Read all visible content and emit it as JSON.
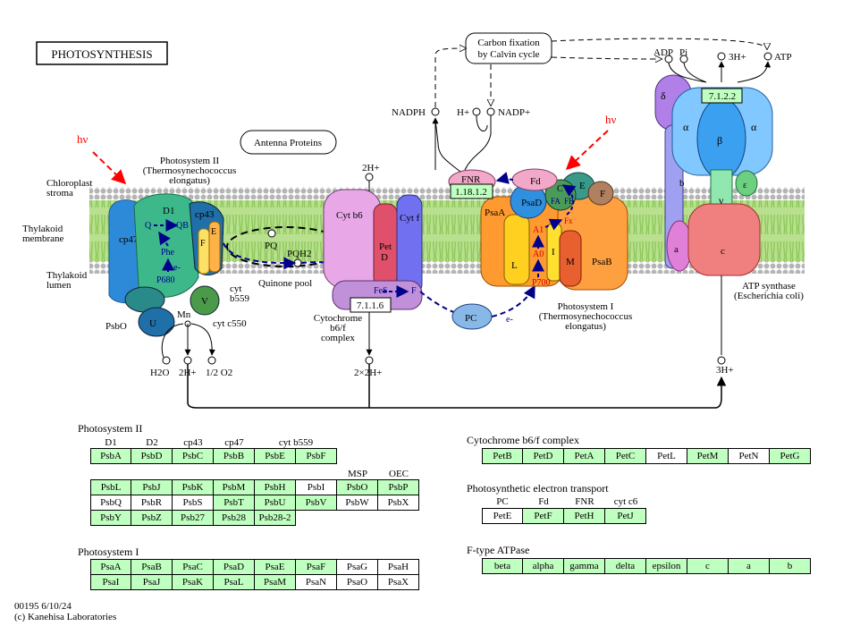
{
  "title": "PHOTOSYNTHESIS",
  "membrane_labels": {
    "stroma": "Chloroplast stroma",
    "membrane": "Thylakoid membrane",
    "lumen": "Thylakoid lumen"
  },
  "photosystem2": {
    "title_lines": [
      "Photosystem II",
      "(Thermosynechococcus",
      "elongatus)"
    ],
    "subunits": [
      "D1",
      "cp43",
      "cp47",
      "Q",
      "QB",
      "Phe",
      "e-",
      "P680",
      "F",
      "E",
      "V",
      "U",
      "PsbO",
      "Mn",
      "cyt",
      "b559",
      "cyt c550"
    ]
  },
  "antenna_proteins": "Antenna Proteins",
  "quinone": {
    "pq": "PQ",
    "pqh2": "PQH2",
    "pool": "Quinone pool"
  },
  "cytochrome": {
    "title_lines": [
      "Cytochrome",
      "b6/f",
      "complex"
    ],
    "parts": [
      "Cyt b6",
      "Pet",
      "D",
      "Cyt f",
      "FeS",
      "F"
    ],
    "ec": "7.1.1.6",
    "top_proton": "2H+",
    "bottom_proton": "2×2H+"
  },
  "pc": "PC",
  "pc_electron": "e-",
  "photosystem1": {
    "title_lines": [
      "Photosystem I",
      "(Thermosynechococcus",
      "elongatus)"
    ],
    "parts": [
      "PsaA",
      "PsaB",
      "PsaD",
      "L",
      "I",
      "M",
      "C",
      "E",
      "F",
      "Fd",
      "FA",
      "FB",
      "A1",
      "A0",
      "P700",
      "Fx"
    ],
    "fnr": "FNR",
    "ec": "1.18.1.2"
  },
  "calvin": "Carbon fixation by Calvin cycle",
  "calvin_lines": [
    "Carbon fixation",
    "by Calvin cycle"
  ],
  "nadph": "NADPH",
  "hplus": "H+",
  "nadp": "NADP+",
  "hv": "hν",
  "atp_synthase": {
    "title_lines": [
      "ATP synthase",
      "(Escherichia coli)"
    ],
    "ec": "7.1.2.2",
    "parts": [
      "δ",
      "α",
      "β",
      "α",
      "b",
      "γ",
      "ε",
      "a",
      "c"
    ],
    "adp": "ADP",
    "pi": "Pi",
    "atp": "ATP",
    "three_h_top": "3H+",
    "three_h_bottom": "3H+"
  },
  "water": {
    "h2o": "H2O",
    "twoh": "2H+",
    "o2": "1/2 O2"
  },
  "gene_groups": [
    {
      "id": "ps2",
      "title": "Photosystem II",
      "headers": [
        "D1",
        "D2",
        "cp43",
        "cp47",
        "cyt b559"
      ],
      "rows": [
        [
          [
            "PsbA",
            1
          ],
          [
            "PsbD",
            1
          ],
          [
            "PsbC",
            1
          ],
          [
            "PsbB",
            1
          ],
          [
            "PsbE",
            1
          ],
          [
            "PsbF",
            1
          ]
        ]
      ]
    },
    {
      "id": "ps2b",
      "title": "",
      "headers": [
        "MSP",
        "OEC"
      ],
      "rows": [
        [
          [
            "PsbL",
            1
          ],
          [
            "PsbJ",
            1
          ],
          [
            "PsbK",
            1
          ],
          [
            "PsbM",
            1
          ],
          [
            "PsbH",
            1
          ],
          [
            "PsbI",
            0
          ],
          [
            "PsbO",
            1
          ],
          [
            "PsbP",
            1
          ]
        ],
        [
          [
            "PsbQ",
            0
          ],
          [
            "PsbR",
            0
          ],
          [
            "PsbS",
            0
          ],
          [
            "PsbT",
            1
          ],
          [
            "PsbU",
            1
          ],
          [
            "PsbV",
            1
          ],
          [
            "PsbW",
            0
          ],
          [
            "PsbX",
            0
          ]
        ],
        [
          [
            "PsbY",
            1
          ],
          [
            "PsbZ",
            1
          ],
          [
            "Psb27",
            1
          ],
          [
            "Psb28",
            1
          ],
          [
            "Psb28-2",
            1
          ]
        ]
      ]
    },
    {
      "id": "ps1",
      "title": "Photosystem I",
      "headers": [],
      "rows": [
        [
          [
            "PsaA",
            1
          ],
          [
            "PsaB",
            1
          ],
          [
            "PsaC",
            1
          ],
          [
            "PsaD",
            1
          ],
          [
            "PsaE",
            1
          ],
          [
            "PsaF",
            1
          ],
          [
            "PsaG",
            0
          ],
          [
            "PsaH",
            0
          ]
        ],
        [
          [
            "PsaI",
            1
          ],
          [
            "PsaJ",
            1
          ],
          [
            "PsaK",
            1
          ],
          [
            "PsaL",
            1
          ],
          [
            "PsaM",
            1
          ],
          [
            "PsaN",
            0
          ],
          [
            "PsaO",
            0
          ],
          [
            "PsaX",
            0
          ]
        ]
      ]
    },
    {
      "id": "cyt",
      "title": "Cytochrome b6/f complex",
      "headers": [],
      "rows": [
        [
          [
            "PetB",
            1
          ],
          [
            "PetD",
            1
          ],
          [
            "PetA",
            1
          ],
          [
            "PetC",
            1
          ],
          [
            "PetL",
            0
          ],
          [
            "PetM",
            1
          ],
          [
            "PetN",
            0
          ],
          [
            "PetG",
            1
          ]
        ]
      ]
    },
    {
      "id": "pet",
      "title": "Photosynthetic electron transport",
      "headers": [
        "PC",
        "Fd",
        "FNR",
        "cyt c6"
      ],
      "rows": [
        [
          [
            "PetE",
            0
          ],
          [
            "PetF",
            1
          ],
          [
            "PetH",
            1
          ],
          [
            "PetJ",
            1
          ]
        ]
      ]
    },
    {
      "id": "atp",
      "title": "F-type ATPase",
      "headers": [],
      "rows": [
        [
          [
            "beta",
            1
          ],
          [
            "alpha",
            1
          ],
          [
            "gamma",
            1
          ],
          [
            "delta",
            1
          ],
          [
            "epsilon",
            1
          ],
          [
            "c",
            1
          ],
          [
            "a",
            1
          ],
          [
            "b",
            1
          ]
        ]
      ]
    }
  ],
  "footer": {
    "code": "00195 6/10/24",
    "copyright": "(c) Kanehisa Laboratories"
  },
  "colors": {
    "found": "#bfffbf",
    "membrane_green": "#9ad06a",
    "membrane_head": "#b0b0b0",
    "arrow_blue": "#00008b",
    "light_red": "#ff0000"
  }
}
